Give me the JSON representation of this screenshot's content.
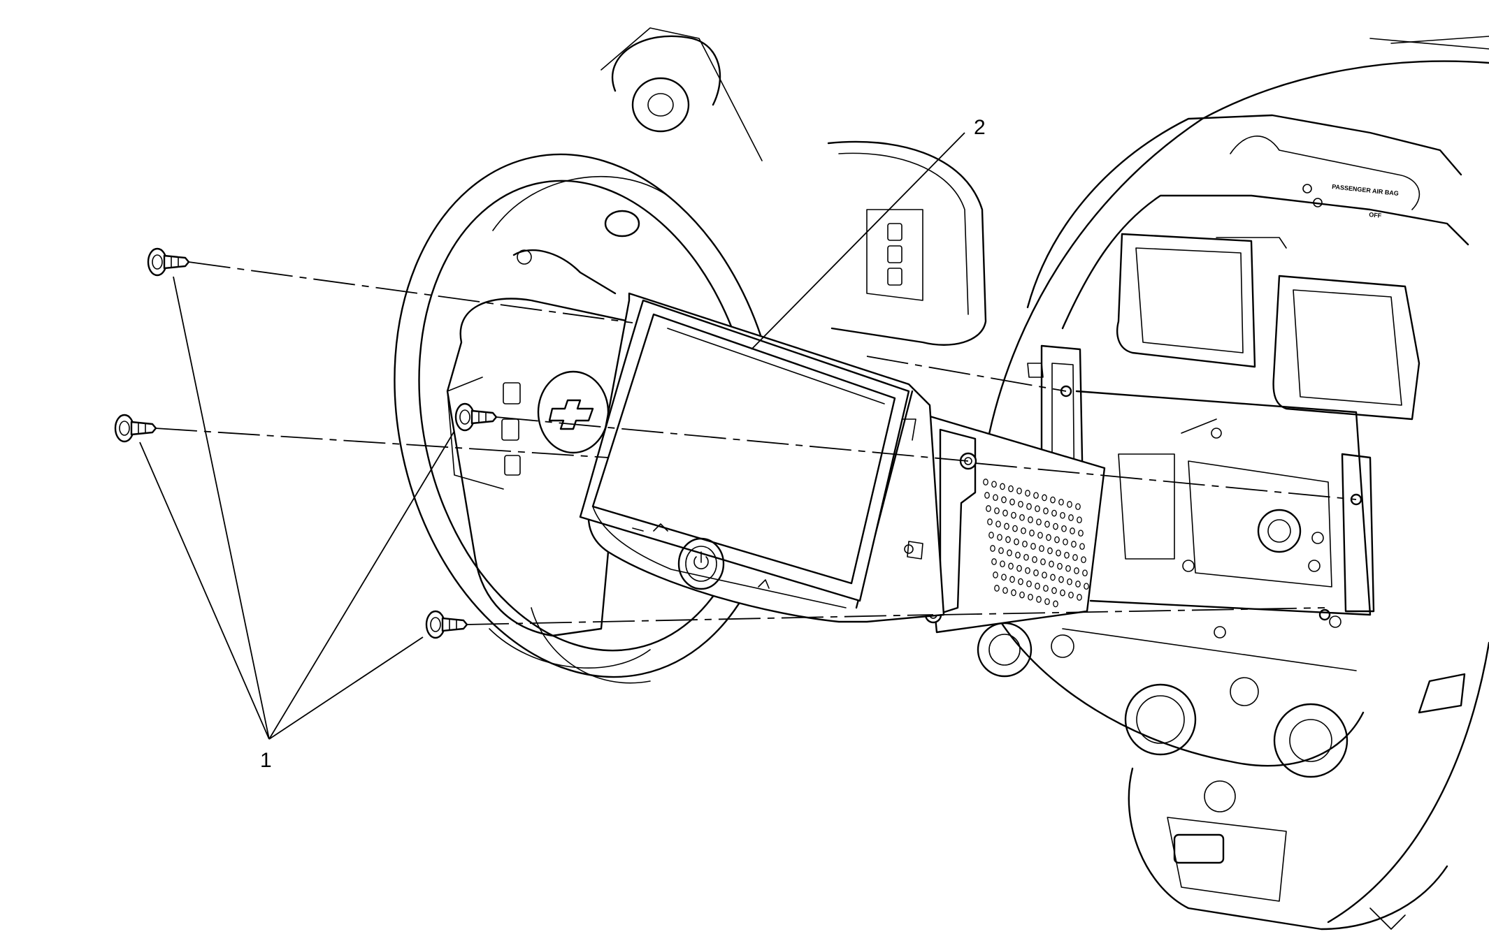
{
  "callouts": {
    "fasteners": "1",
    "radio": "2"
  },
  "panel_text": {
    "airbag": "PASSENGER AIR BAG",
    "off": "OFF"
  },
  "icons": [
    "bolt-icon",
    "power-icon",
    "chevrolet-bowtie-icon"
  ]
}
